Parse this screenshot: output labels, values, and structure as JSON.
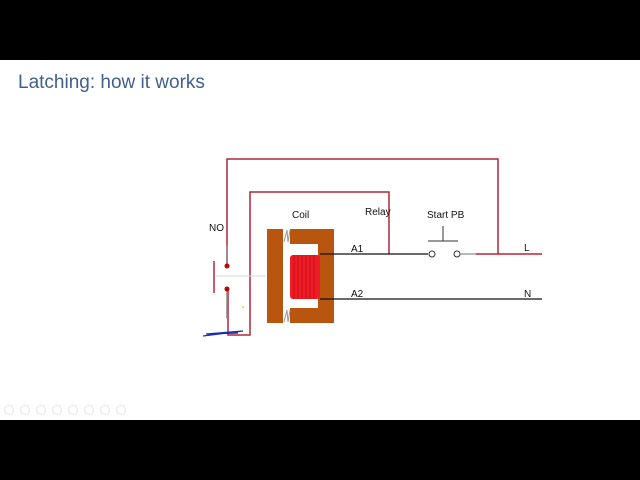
{
  "slide": {
    "title": "Latching: how it works"
  },
  "diagram": {
    "labels": {
      "no": "NO",
      "coil": "Coil",
      "relay": "Relay",
      "start_pb": "Start PB",
      "a1": "A1",
      "a2": "A2",
      "line": "L",
      "neutral": "N"
    },
    "colors": {
      "wire_red": "#b0263a",
      "wire_black": "#111111",
      "core": "#b8560f",
      "coil": "#ee1c25",
      "contact_dot": "#c00000",
      "pen_scribble": "#1c2db5"
    }
  },
  "controls": {
    "icons": [
      "prev-icon",
      "next-icon",
      "pen-icon",
      "slides-icon",
      "zoom-icon",
      "screen-icon",
      "subtitle-icon",
      "more-icon"
    ]
  }
}
